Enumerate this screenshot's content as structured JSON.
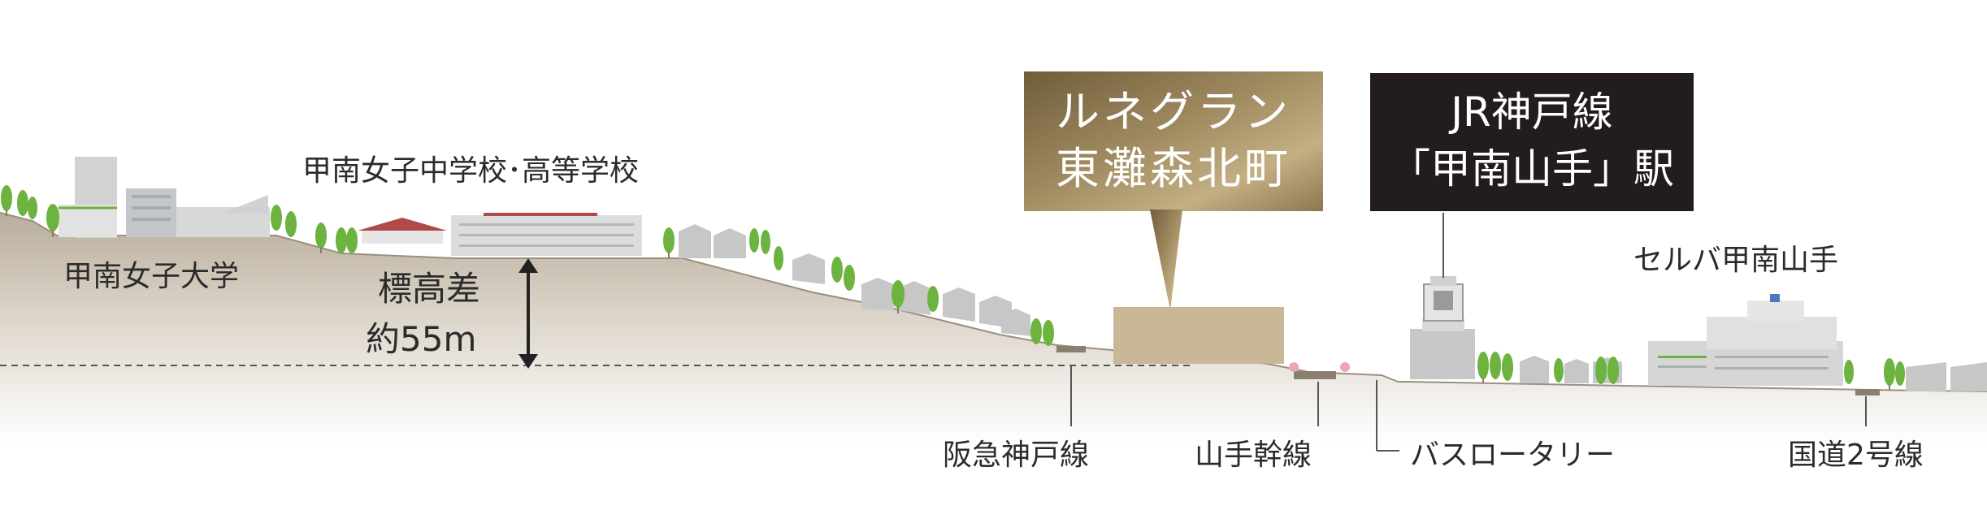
{
  "labels": {
    "konan_univ": "甲南女子大学",
    "konan_school": "甲南女子中学校･高等学校",
    "elev_diff_line1": "標高差",
    "elev_diff_line2": "約55m",
    "hankyu": "阪急神戸線",
    "yamate_road": "山手幹線",
    "bus_rotary": "バスロータリー",
    "route2": "国道2号線",
    "seruba": "セルバ甲南山手"
  },
  "callouts": {
    "property": {
      "line1": "ルネグラン",
      "line2": "東灘森北町"
    },
    "station": {
      "line1": "JR神戸線",
      "line2": "「甲南山手」駅"
    }
  },
  "colors": {
    "ground_top": "#c6bba9",
    "ground_bottom": "#ffffff",
    "gold_dark": "#7d6a45",
    "gold_light": "#b8a27a",
    "station_box": "#231c1c",
    "building": "#c9c9c9",
    "tree": "#6db33f",
    "property_building": "#c8b898"
  }
}
